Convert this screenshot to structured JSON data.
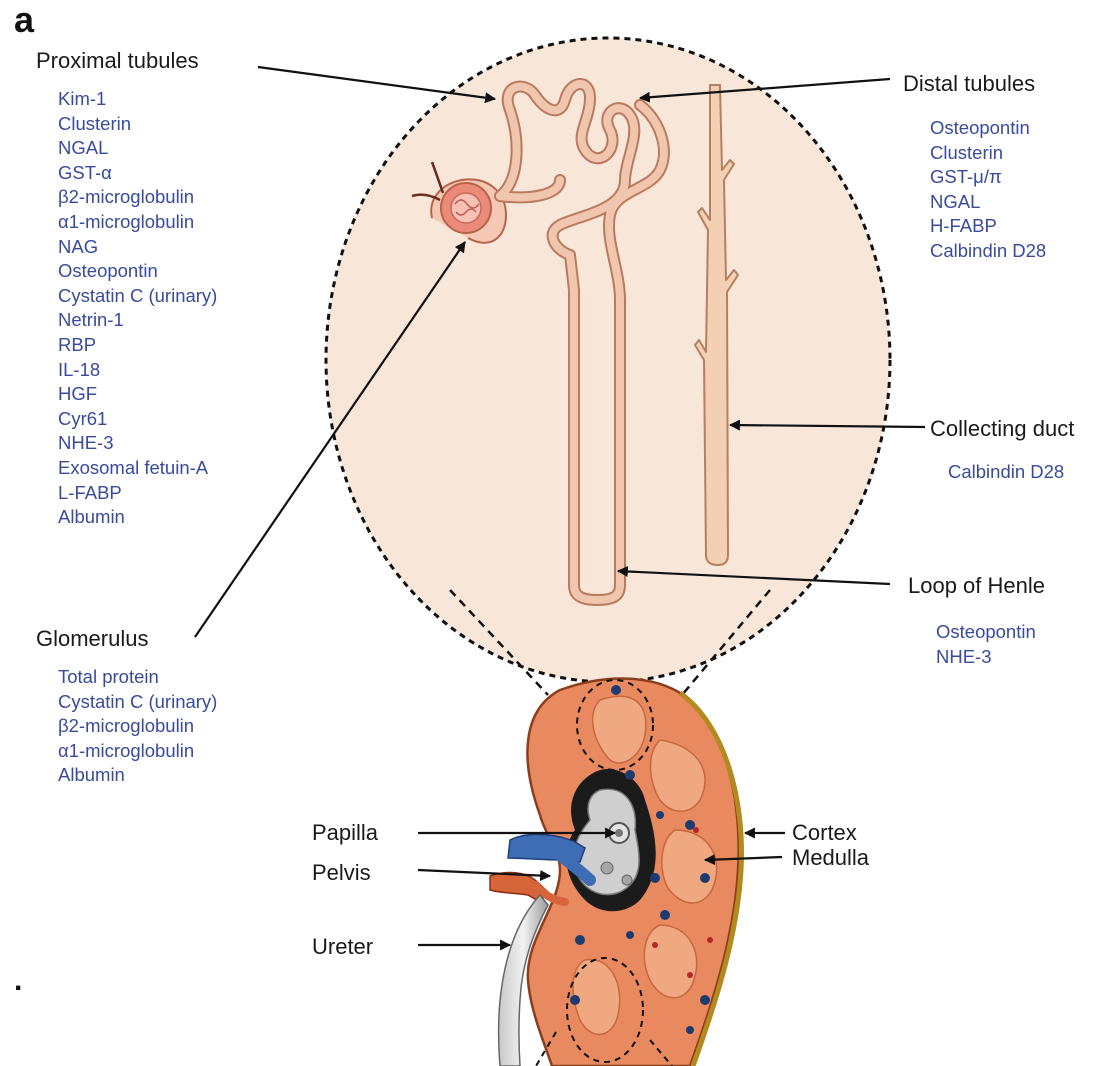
{
  "panel_label": "a",
  "stray_mark": ".",
  "nephron": {
    "proximal": {
      "title": "Proximal tubules",
      "markers": [
        "Kim-1",
        "Clusterin",
        "NGAL",
        "GST-α",
        "β2-microglobulin",
        "α1-microglobulin",
        "NAG",
        "Osteopontin",
        "Cystatin C (urinary)",
        "Netrin-1",
        "RBP",
        "IL-18",
        "HGF",
        "Cyr61",
        "NHE-3",
        "Exosomal fetuin-A",
        "L-FABP",
        "Albumin"
      ]
    },
    "glomerulus": {
      "title": "Glomerulus",
      "markers": [
        "Total protein",
        "Cystatin C (urinary)",
        "β2-microglobulin",
        "α1-microglobulin",
        "Albumin"
      ]
    },
    "distal": {
      "title": "Distal tubules",
      "markers": [
        "Osteopontin",
        "Clusterin",
        "GST-μ/π",
        "NGAL",
        "H-FABP",
        "Calbindin D28"
      ]
    },
    "collecting": {
      "title": "Collecting duct",
      "markers": [
        "Calbindin D28"
      ]
    },
    "henle": {
      "title": "Loop of Henle",
      "markers": [
        "Osteopontin",
        "NHE-3"
      ]
    }
  },
  "kidney": {
    "papilla": "Papilla",
    "pelvis": "Pelvis",
    "ureter": "Ureter",
    "cortex": "Cortex",
    "medulla": "Medulla"
  },
  "colors": {
    "marker_text": "#3a4a9c",
    "inset_fill": "#f8e6d9",
    "tubule": "#e9b59d",
    "kidney_cortex": "#e9895f",
    "kidney_medulla": "#f0a880",
    "renal_vein": "#3f6db5",
    "renal_artery": "#d7653a",
    "capsule_edge": "#b38a1f"
  }
}
